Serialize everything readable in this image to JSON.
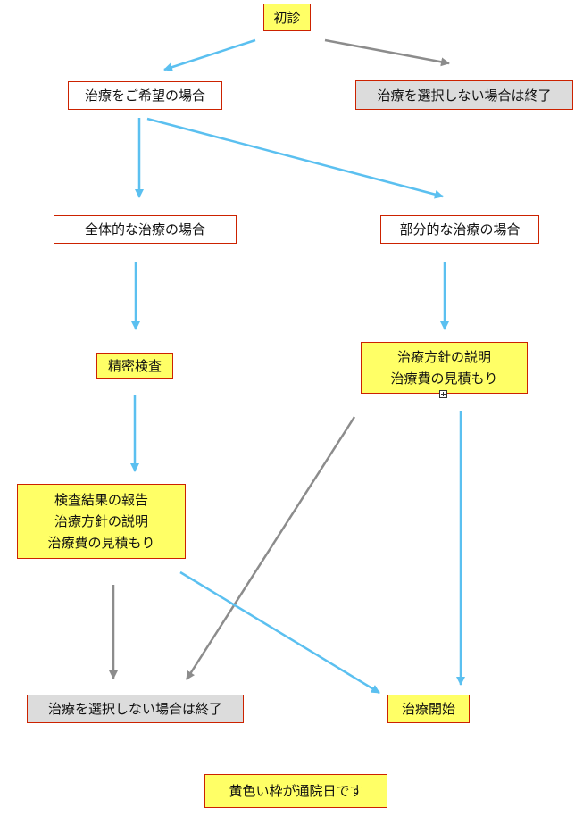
{
  "colors": {
    "yellow_fill": "#ffff66",
    "white_fill": "#ffffff",
    "grey_fill": "#dcdcdc",
    "border": "#cc2200",
    "blue_arrow": "#5bc0f0",
    "grey_arrow": "#8c8c8c"
  },
  "nodes": {
    "first_visit": "初診",
    "wants_treatment": "治療をご希望の場合",
    "no_treatment_top": "治療を選択しない場合は終了",
    "full_treatment": "全体的な治療の場合",
    "partial_treatment": "部分的な治療の場合",
    "detailed_exam": "精密検査",
    "partial_explain": [
      "治療方針の説明",
      "治療費の見積もり"
    ],
    "exam_report": [
      "検査結果の報告",
      "治療方針の説明",
      "治療費の見積もり"
    ],
    "no_treatment_bottom": "治療を選択しない場合は終了",
    "start_treatment": "治療開始",
    "legend": "黄色い枠が通院日です"
  },
  "edges": [
    {
      "from": "first_visit",
      "to": "wants_treatment",
      "color": "blue"
    },
    {
      "from": "first_visit",
      "to": "no_treatment_top",
      "color": "grey"
    },
    {
      "from": "wants_treatment",
      "to": "full_treatment",
      "color": "blue"
    },
    {
      "from": "wants_treatment",
      "to": "partial_treatment",
      "color": "blue"
    },
    {
      "from": "full_treatment",
      "to": "detailed_exam",
      "color": "blue"
    },
    {
      "from": "partial_treatment",
      "to": "partial_explain",
      "color": "blue"
    },
    {
      "from": "detailed_exam",
      "to": "exam_report",
      "color": "blue"
    },
    {
      "from": "partial_explain",
      "to": "no_treatment_bottom",
      "color": "grey"
    },
    {
      "from": "partial_explain",
      "to": "start_treatment",
      "color": "blue"
    },
    {
      "from": "exam_report",
      "to": "no_treatment_bottom",
      "color": "grey"
    },
    {
      "from": "exam_report",
      "to": "start_treatment",
      "color": "blue"
    }
  ]
}
